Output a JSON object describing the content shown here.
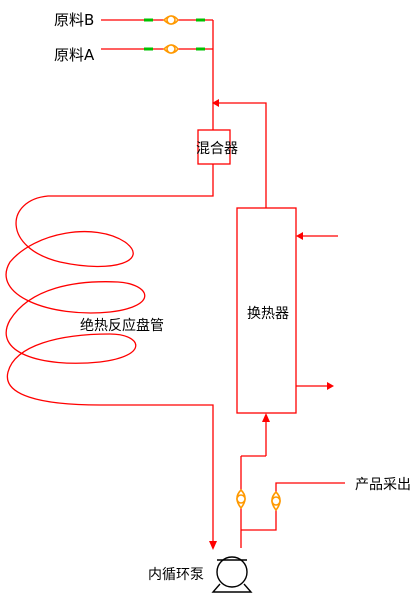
{
  "labels": {
    "feed_b": "原料B",
    "feed_a": "原料A",
    "mixer": "混合器",
    "reactor_coil": "绝热反应盘管",
    "heat_exchanger": "换热器",
    "product_out": "产品采出",
    "circulation_pump": "内循环泵"
  },
  "colors": {
    "pipe": "#ff0000",
    "valve_marker": "#00c000",
    "flowmeter": "#ff9900",
    "pump": "#000000"
  },
  "icons": {
    "flowmeter": "flowmeter-icon",
    "valve": "valve-marker-icon",
    "pump": "centrifugal-pump-icon",
    "arrow": "flow-arrow-icon"
  }
}
